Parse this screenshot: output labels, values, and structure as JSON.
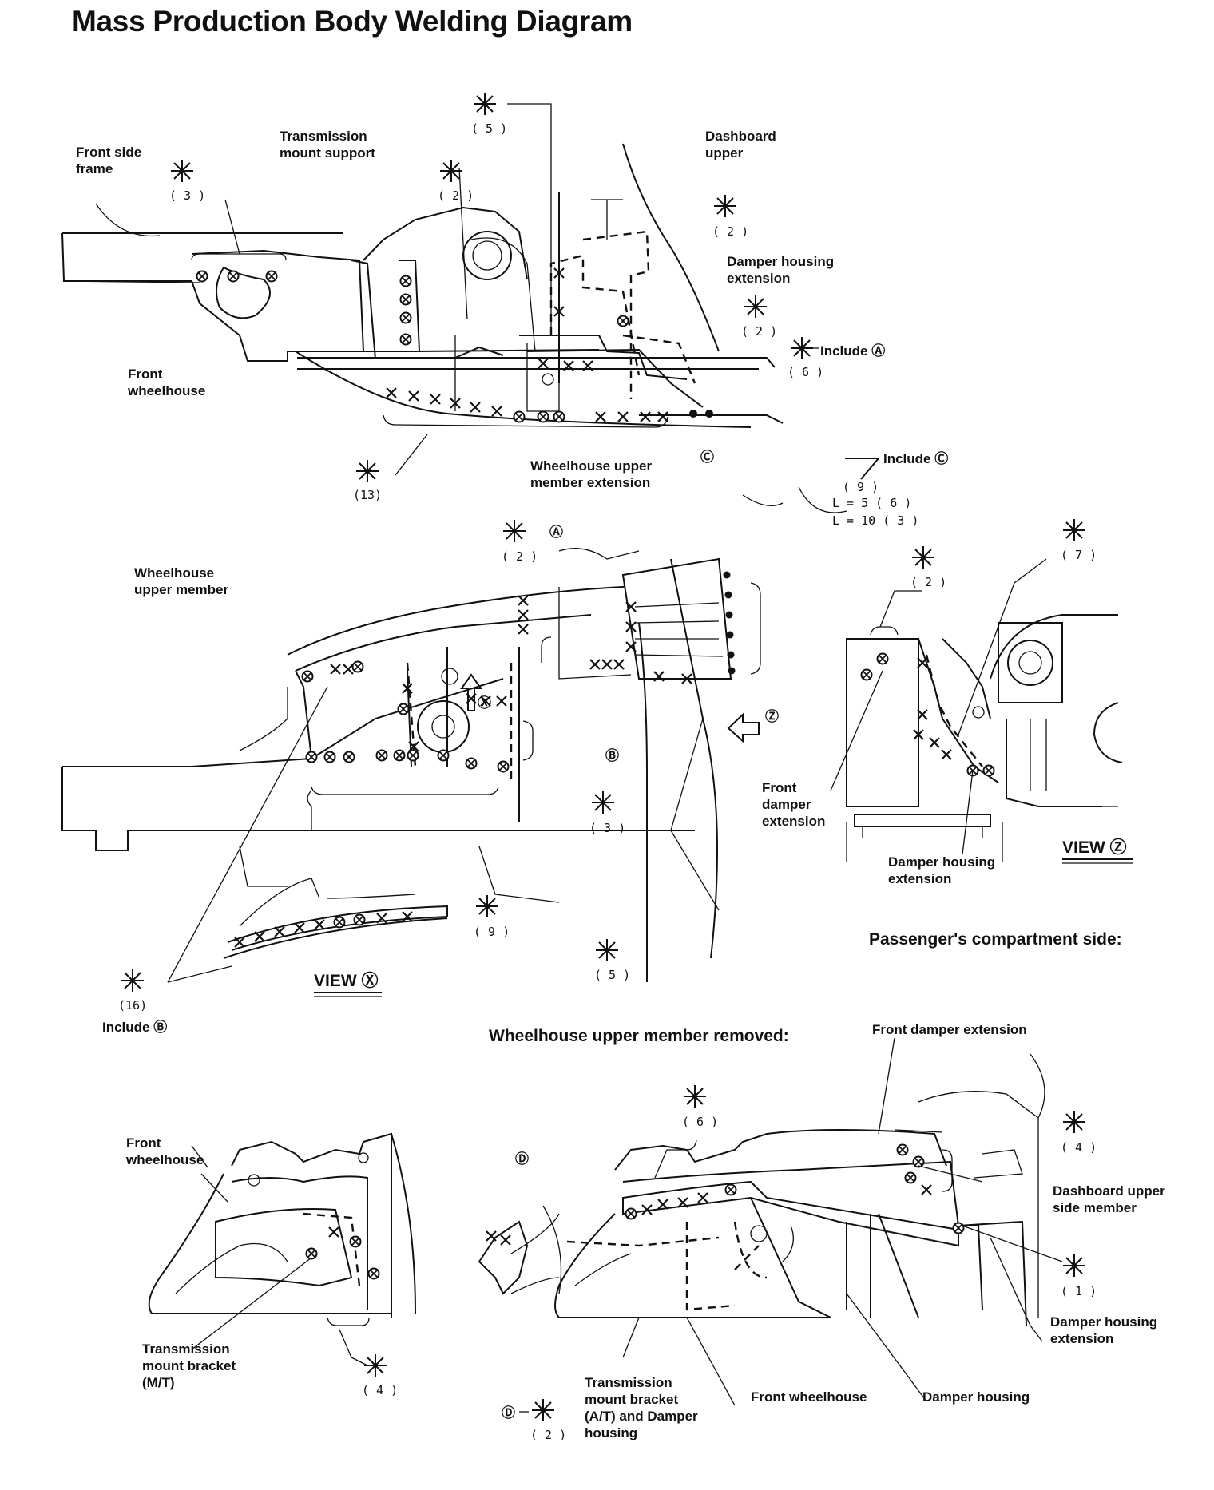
{
  "title": "Mass Production Body Welding Diagram",
  "labels": {
    "front_side_frame": [
      "Front side",
      "frame"
    ],
    "transmission_mount_support": [
      "Transmission",
      "mount support"
    ],
    "dashboard_upper": [
      "Dashboard",
      "upper"
    ],
    "damper_housing_extension_top": [
      "Damper housing",
      "extension"
    ],
    "front_wheelhouse_top": [
      "Front",
      "wheelhouse"
    ],
    "include_a": "Include Ⓐ",
    "wheelhouse_upper_member_extension": [
      "Wheelhouse upper",
      "member extension"
    ],
    "include_c": "Include Ⓒ",
    "l_values": [
      "L = 5  ( 6 )",
      "L = 10  ( 3 )"
    ],
    "wheelhouse_upper_member": [
      "Wheelhouse",
      "upper member"
    ],
    "front_damper_extension_viewz": [
      "Front",
      "damper",
      "extension"
    ],
    "damper_housing_extension_viewz": [
      "Damper housing",
      "extension"
    ],
    "view_z": "VIEW Ⓩ",
    "view_x": "VIEW Ⓧ",
    "passengers_side": "Passenger's compartment side:",
    "include_b": "Include Ⓑ",
    "wheelhouse_removed": "Wheelhouse upper member removed:",
    "front_damper_extension_bottom": "Front damper extension",
    "front_wheelhouse_bl": [
      "Front",
      "wheelhouse"
    ],
    "transmission_mount_bracket_mt": [
      "Transmission",
      "mount bracket",
      "(M/T)"
    ],
    "dashboard_upper_side_member": [
      "Dashboard upper",
      "side member"
    ],
    "damper_housing_extension_br": [
      "Damper housing",
      "extension"
    ],
    "transmission_mount_bracket_at": [
      "Transmission",
      "mount bracket",
      "(A/T) and Damper",
      "housing"
    ],
    "front_wheelhouse_br": "Front wheelhouse",
    "damper_housing_br": "Damper housing"
  },
  "markers": {
    "a": "Ⓐ",
    "b": "Ⓑ",
    "c": "Ⓒ",
    "d": "Ⓓ",
    "x": "Ⓧ",
    "z": "Ⓩ"
  },
  "weld_counts": {
    "c5": "( 5 )",
    "c3a": "( 3 )",
    "c2a": "( 2 )",
    "c2b": "( 2 )",
    "c2c": "( 2 )",
    "c6a": "( 6 )",
    "c13": "(13)",
    "c9a": "( 9 )",
    "c2d": "( 2 )",
    "c7": "( 7 )",
    "c2e": "( 2 )",
    "c3b": "( 3 )",
    "c9b": "( 9 )",
    "c5b": "( 5 )",
    "c16": "(16)",
    "c6b": "( 6 )",
    "c4a": "( 4 )",
    "c1": "( 1 )",
    "c4b": "( 4 )",
    "c2f": "( 2 )"
  }
}
